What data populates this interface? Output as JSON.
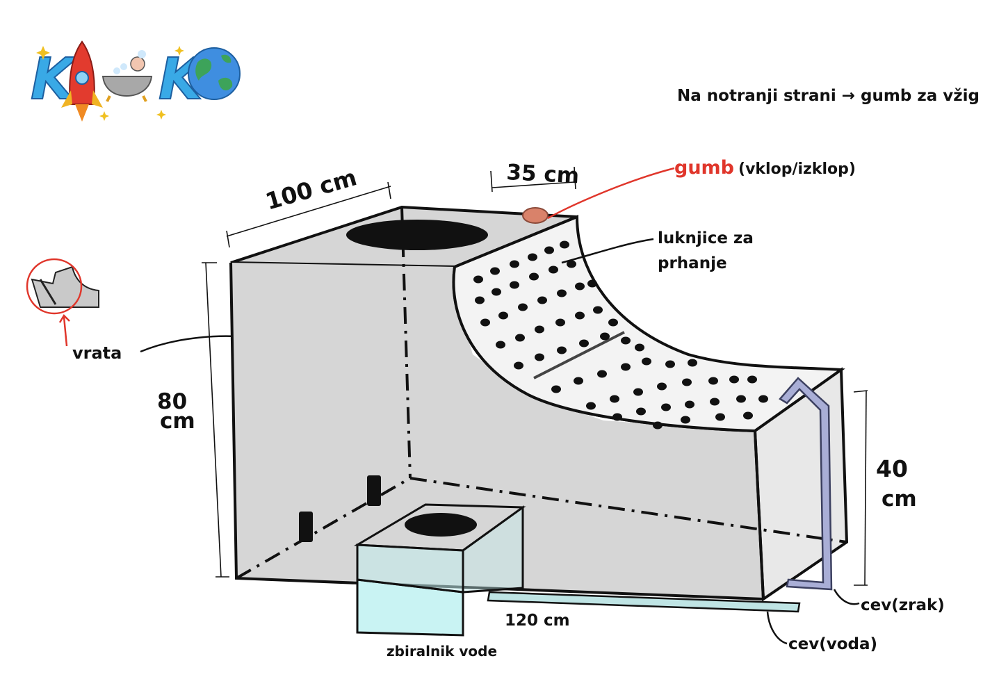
{
  "logo": {
    "text_parts": [
      "K",
      "K"
    ]
  },
  "note": "Na notranji strani → gumb za vžig",
  "dimensions": {
    "width_top": "100 cm",
    "width_right": "35 cm",
    "height_left_num": "80",
    "height_left_unit": "cm",
    "height_right_num": "40",
    "height_right_unit": "cm",
    "length_bottom": "120 cm"
  },
  "labels": {
    "button_word": "gumb",
    "button_rest": "(vklop/izklop)",
    "holes_line1": "luknjice za",
    "holes_line2": "prhanje",
    "door": "vrata",
    "water_collector": "zbiralnik vode",
    "pipe_air": "cev(zrak)",
    "pipe_water": "cev(voda)"
  },
  "colors": {
    "box_fill": "#d6d6d6",
    "outline": "#111111",
    "button": "#d9826a",
    "callout_red": "#e0362b",
    "water": "#bfeeee",
    "pipe_air": "#a9aed6",
    "pipe_water": "#bfe4e4"
  }
}
